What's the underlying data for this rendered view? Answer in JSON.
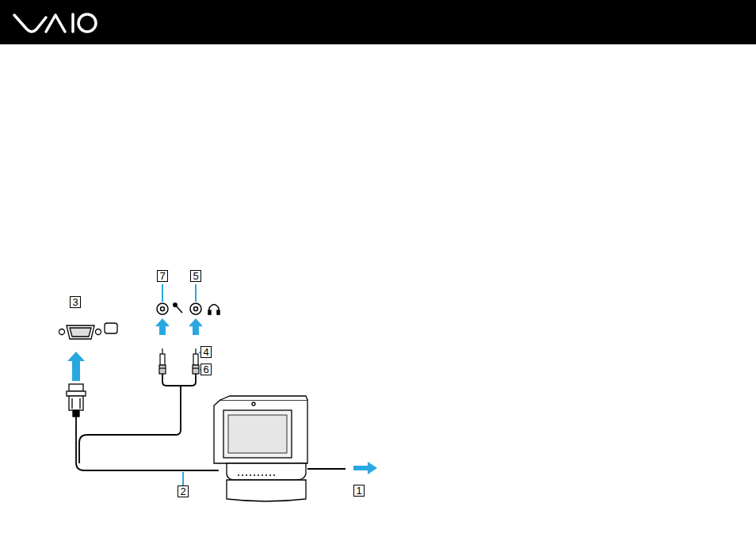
{
  "diagram": {
    "labels": [
      "7",
      "5",
      "3",
      "4",
      "6",
      "2",
      "1"
    ]
  }
}
